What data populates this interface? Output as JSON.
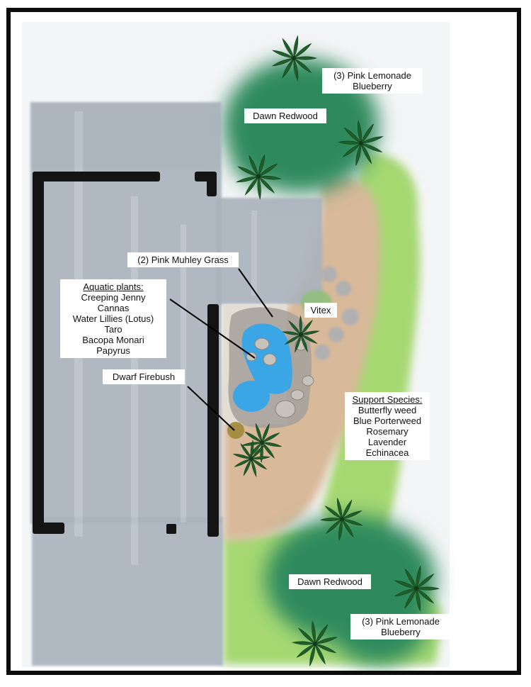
{
  "labels": {
    "blueberry_top": [
      "(3) Pink Lemonade",
      "Blueberry"
    ],
    "redwood_top": "Dawn Redwood",
    "muhley": "(2) Pink Muhley Grass",
    "vitex": "Vitex",
    "aquatic_heading": "Aquatic plants:",
    "aquatic_items": [
      "Creeping Jenny",
      "Cannas",
      "Water Lillies (Lotus)",
      "Taro",
      "Bacopa Monari",
      "Papyrus"
    ],
    "firebush": "Dwarf Firebush",
    "support_heading": "Support Species:",
    "support_items": [
      "Butterfly weed",
      "Blue Porterweed",
      "Rosemary",
      "Lavender",
      "Echinacea"
    ],
    "redwood_bottom": "Dawn Redwood",
    "blueberry_bottom": [
      "(3) Pink Lemonade",
      "Blueberry"
    ]
  },
  "colors": {
    "frame": "#0c0c0c",
    "house": "#a9b2bc",
    "wall": "#141414",
    "tree": "#2f8a5d",
    "grass": "#a6d872",
    "mulch": "#d8b99a",
    "water": "#3aa6e6",
    "rock": "#a6a09b",
    "palm": "#1f5f2a"
  },
  "icons": [
    "palm-icon",
    "boulder-icon",
    "stepping-stone-icon"
  ]
}
